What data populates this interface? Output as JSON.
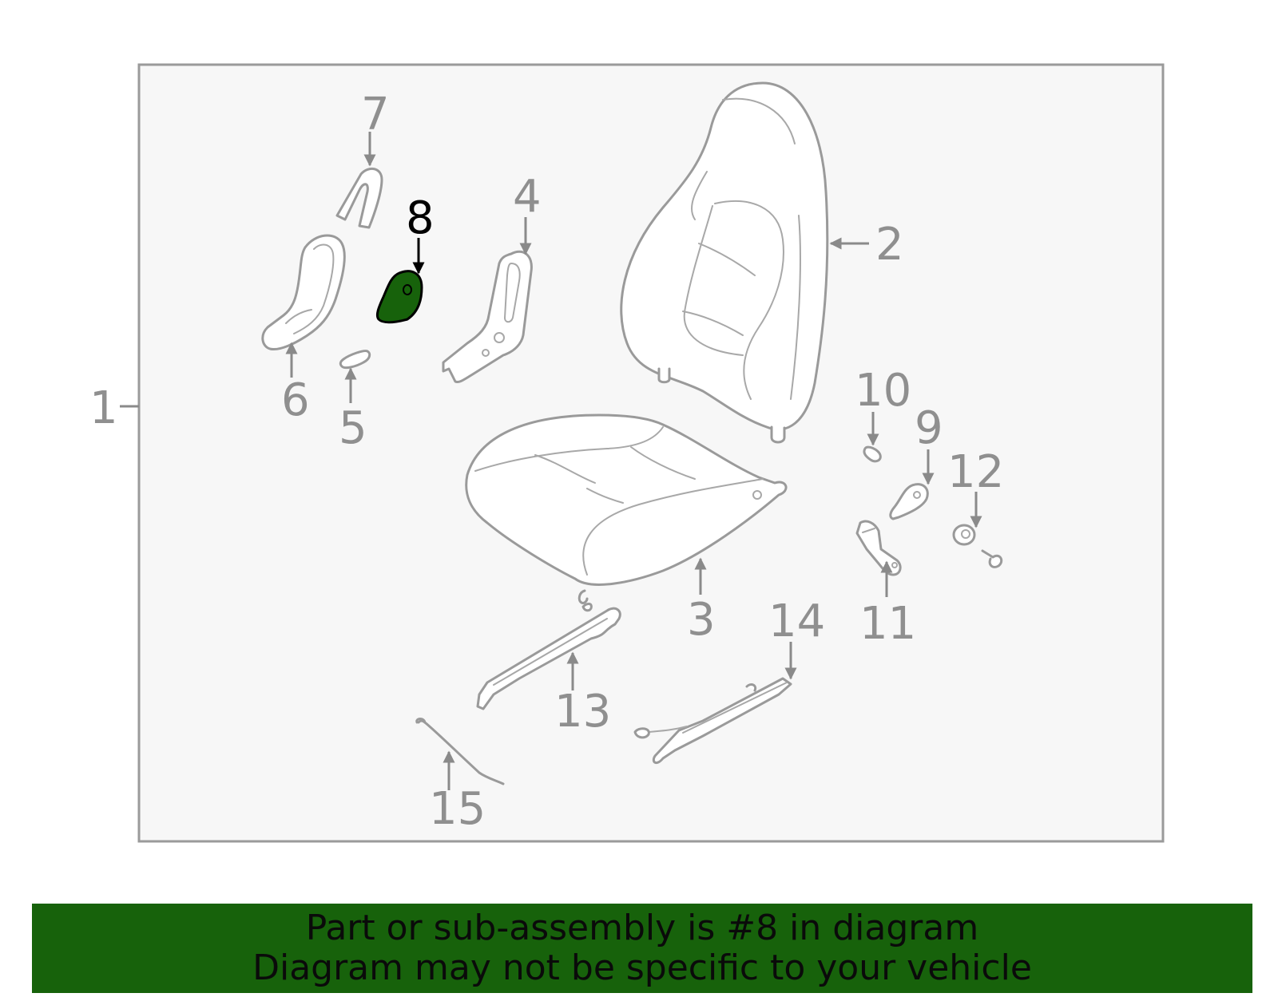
{
  "diagram": {
    "highlight_color": "#17620b",
    "highlighted_part": "8",
    "callouts": {
      "c1": "1",
      "c2": "2",
      "c3": "3",
      "c4": "4",
      "c5": "5",
      "c6": "6",
      "c7": "7",
      "c8": "8",
      "c9": "9",
      "c10": "10",
      "c11": "11",
      "c12": "12",
      "c13": "13",
      "c14": "14",
      "c15": "15"
    }
  },
  "banner": {
    "line1": "Part or sub-assembly is #8 in diagram",
    "line2": "Diagram may not be specific to your vehicle",
    "background": "#17620b"
  }
}
